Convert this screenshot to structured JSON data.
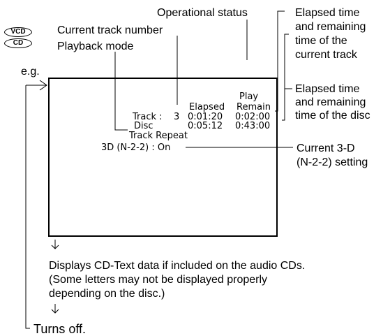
{
  "badges": {
    "vcd": "VCD",
    "cd": "CD"
  },
  "callouts": {
    "operational_status": "Operational status",
    "current_track_number": "Current track number",
    "playback_mode": "Playback mode",
    "elapsed_remaining_track": [
      "Elapsed time",
      "and remaining",
      "time of the",
      "current track"
    ],
    "elapsed_remaining_disc": [
      "Elapsed time",
      "and remaining",
      "time of the disc"
    ],
    "current_3d_setting": [
      "Current 3-D",
      "(N-2-2) setting"
    ]
  },
  "example_label": "e.g.",
  "osd": {
    "status": "Play",
    "col_elapsed": "Elapsed",
    "col_remain": "Remain",
    "track_label": "Track :",
    "track_number": "3",
    "track_elapsed": "0:01:20",
    "track_remain": "0:02:00",
    "disc_label": "Disc",
    "disc_elapsed": "0:05:12",
    "disc_remain": "0:43:00",
    "playback_mode": "Track Repeat",
    "setting_3d": "3D (N-2-2) : On"
  },
  "flow": {
    "cd_text_note": [
      "Displays CD-Text data if included on the audio CDs.",
      "(Some letters may not be displayed properly",
      "depending on the disc.)"
    ],
    "turns_off": "Turns off."
  }
}
